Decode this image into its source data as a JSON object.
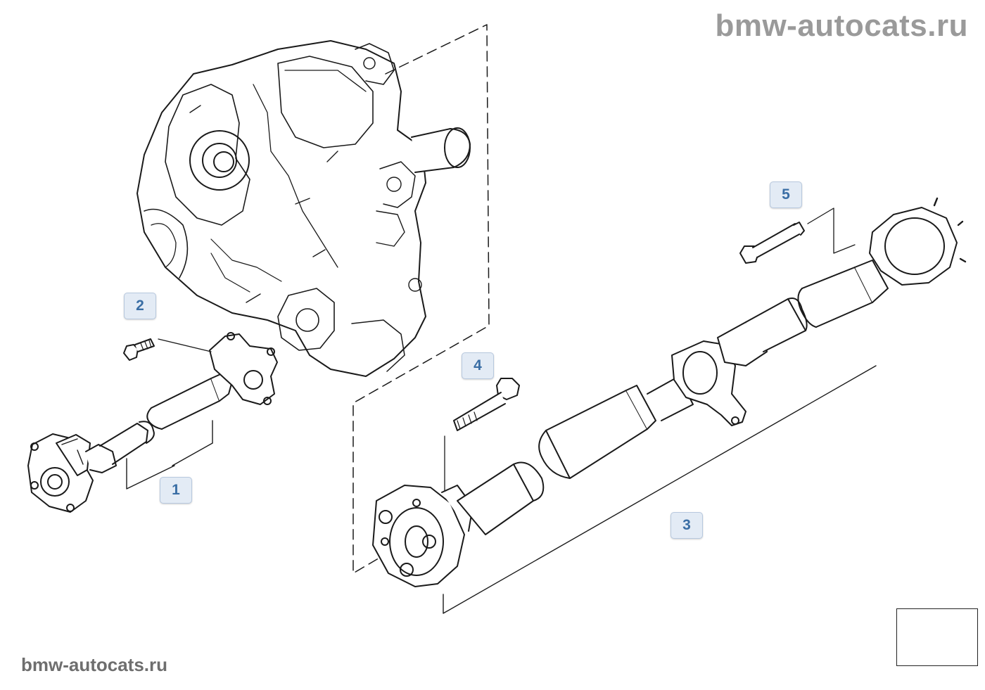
{
  "watermark": {
    "top": "bmw-autocats.ru",
    "bottom": "bmw-autocats.ru"
  },
  "callouts": [
    {
      "label": "1"
    },
    {
      "label": "2"
    },
    {
      "label": "3"
    },
    {
      "label": "4"
    },
    {
      "label": "5"
    }
  ],
  "colors": {
    "line": "#1a1a1a",
    "callout_text": "#3a6ea5",
    "callout_bg": "#e3ebf5",
    "watermark": "#9a9a9a"
  },
  "icons": {
    "nav": "vehicle-front-arrow-icon"
  }
}
